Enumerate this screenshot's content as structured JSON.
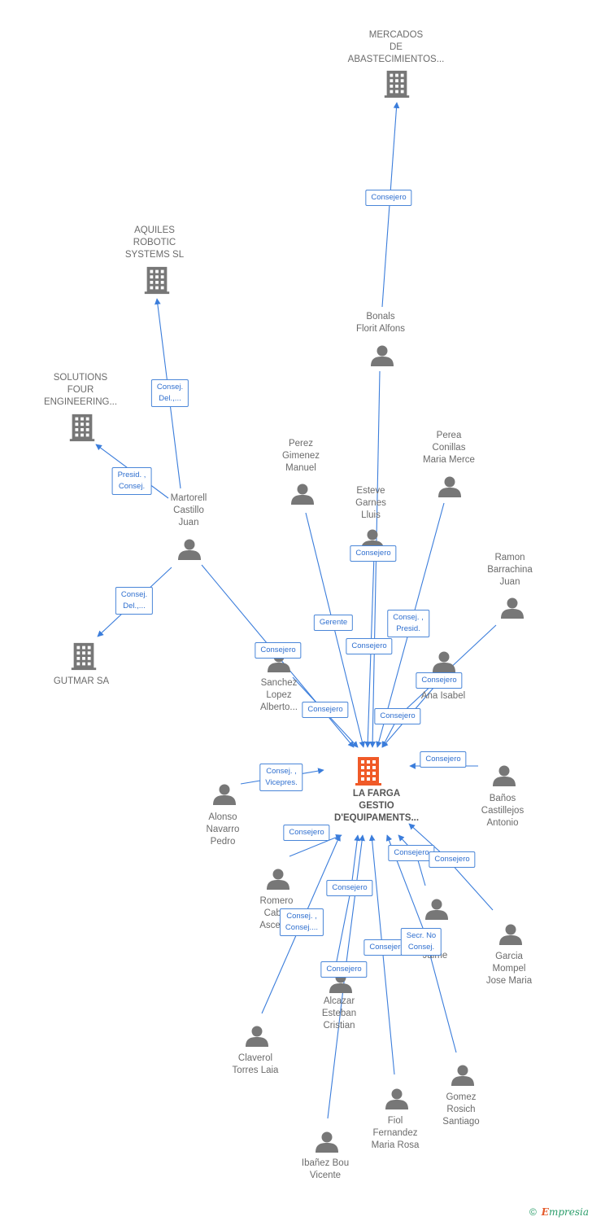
{
  "colors": {
    "edge": "#3b7ddb",
    "company": "#777777",
    "main_company": "#f05a28",
    "person": "#777777"
  },
  "nodes": [
    {
      "id": "main",
      "type": "company_main",
      "label": "LA FARGA\nGESTIO\nD'EQUIPAMENTS...",
      "icon": "building-icon"
    },
    {
      "id": "mercados",
      "type": "company",
      "label": "MERCADOS\nDE\nABASTECIMIENTOS...",
      "icon": "building-icon"
    },
    {
      "id": "aquiles",
      "type": "company",
      "label": "AQUILES\nROBOTIC\nSYSTEMS SL",
      "icon": "building-icon"
    },
    {
      "id": "solutions",
      "type": "company",
      "label": "SOLUTIONS\nFOUR\nENGINEERING...",
      "icon": "building-icon"
    },
    {
      "id": "gutmar",
      "type": "company",
      "label": "GUTMAR SA",
      "icon": "building-icon"
    },
    {
      "id": "bonals",
      "type": "person",
      "label": "Bonals\nFlorit Alfons",
      "icon": "person-icon"
    },
    {
      "id": "martorell",
      "type": "person",
      "label": "Martorell\nCastillo\nJuan",
      "icon": "person-icon"
    },
    {
      "id": "perez",
      "type": "person",
      "label": "Perez\nGimenez\nManuel",
      "icon": "person-icon"
    },
    {
      "id": "esteve",
      "type": "person",
      "label": "Esteve\nGarnes\nLluis",
      "icon": "person-icon"
    },
    {
      "id": "perea",
      "type": "person",
      "label": "Perea\nConillas\nMaria Merce",
      "icon": "person-icon"
    },
    {
      "id": "ramon",
      "type": "person",
      "label": "Ramon\nBarrachina\nJuan",
      "icon": "person-icon"
    },
    {
      "id": "sanchez",
      "type": "person",
      "label": "Sanchez\nLopez\nAlberto...",
      "icon": "person-icon"
    },
    {
      "id": "anaisabel",
      "type": "person",
      "label": "...z\nAna Isabel",
      "icon": "person-icon"
    },
    {
      "id": "alonso",
      "type": "person",
      "label": "Alonso\nNavarro\nPedro",
      "icon": "person-icon"
    },
    {
      "id": "banos",
      "type": "person",
      "label": "Baños\nCastillejos\nAntonio",
      "icon": "person-icon"
    },
    {
      "id": "romero",
      "type": "person",
      "label": "Romero\nCab...\nAscen...",
      "icon": "person-icon"
    },
    {
      "id": "jaime",
      "type": "person",
      "label": "...s\n...n\nJaime",
      "icon": "person-icon"
    },
    {
      "id": "garcia",
      "type": "person",
      "label": "Garcia\nMompel\nJose Maria",
      "icon": "person-icon"
    },
    {
      "id": "alcazar",
      "type": "person",
      "label": "Alcazar\nEsteban\nCristian",
      "icon": "person-icon"
    },
    {
      "id": "claverol",
      "type": "person",
      "label": "Claverol\nTorres Laia",
      "icon": "person-icon"
    },
    {
      "id": "gomez",
      "type": "person",
      "label": "Gomez\nRosich\nSantiago",
      "icon": "person-icon"
    },
    {
      "id": "fiol",
      "type": "person",
      "label": "Fiol\nFernandez\nMaria Rosa",
      "icon": "person-icon"
    },
    {
      "id": "ibanez",
      "type": "person",
      "label": "Ibañez Bou\nVicente",
      "icon": "person-icon"
    }
  ],
  "edges": [
    {
      "from": "bonals",
      "to": "mercados",
      "label": "Consejero"
    },
    {
      "from": "martorell",
      "to": "aquiles",
      "label": "Consej.\nDel.,..."
    },
    {
      "from": "martorell",
      "to": "solutions",
      "label": "Presid. ,\nConsej."
    },
    {
      "from": "martorell",
      "to": "gutmar",
      "label": "Consej.\nDel.,..."
    },
    {
      "from": "martorell",
      "to": "main",
      "label": "Consejero"
    },
    {
      "from": "bonals",
      "to": "main",
      "label": "Consejero"
    },
    {
      "from": "perez",
      "to": "main",
      "label": "Gerente"
    },
    {
      "from": "esteve",
      "to": "main",
      "label": "Consejero"
    },
    {
      "from": "perea",
      "to": "main",
      "label": "Consej. ,\nPresid."
    },
    {
      "from": "ramon",
      "to": "main",
      "label": "Consejero"
    },
    {
      "from": "sanchez",
      "to": "main",
      "label": "Consejero"
    },
    {
      "from": "anaisabel",
      "to": "main",
      "label": "Consejero"
    },
    {
      "from": "alonso",
      "to": "main",
      "label": "Consej. ,\nVicepres."
    },
    {
      "from": "banos",
      "to": "main",
      "label": "Consejero"
    },
    {
      "from": "romero",
      "to": "main",
      "label": "Consejero"
    },
    {
      "from": "jaime",
      "to": "main",
      "label": "Consejero"
    },
    {
      "from": "garcia",
      "to": "main",
      "label": "Consejero"
    },
    {
      "from": "claverol",
      "to": "main",
      "label": "Consej. ,\nConsej...."
    },
    {
      "from": "alcazar",
      "to": "main",
      "label": "Consejero"
    },
    {
      "from": "fiol",
      "to": "main",
      "label": "Consejero"
    },
    {
      "from": "gomez",
      "to": "main",
      "label": "Secr. No\nConsej."
    },
    {
      "from": "ibanez",
      "to": "main",
      "label": "Consejero"
    }
  ],
  "footer": {
    "copyright": "©",
    "brand_initial": "E",
    "brand_rest": "mpresia"
  }
}
